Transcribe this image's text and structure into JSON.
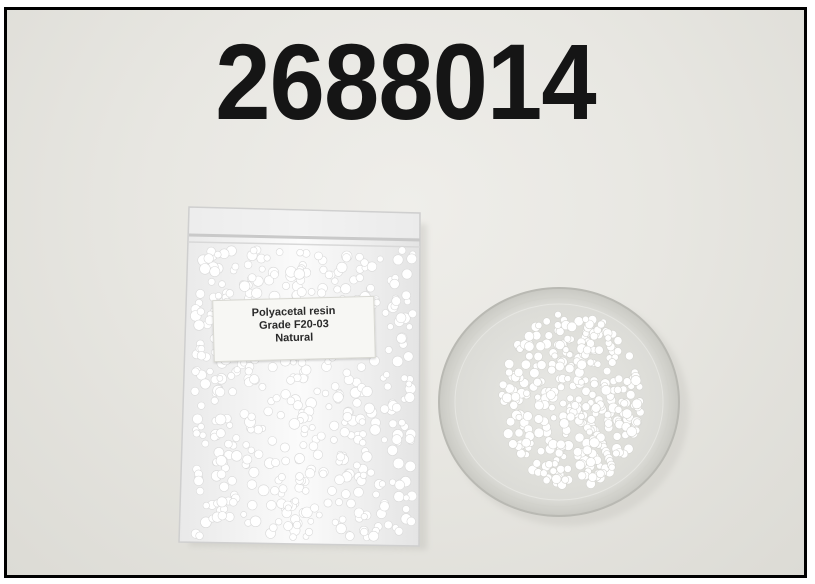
{
  "photo": {
    "code": "2688014",
    "label": {
      "line1": "Polyacetal resin",
      "line2": "Grade F20-03",
      "line3": "Natural"
    }
  },
  "colors": {
    "frame": "#000000",
    "background": "#e8e7e2",
    "text": "#151515",
    "pellets": "#ffffff"
  },
  "icons": {
    "bag": "resin-bag-icon",
    "dish": "petri-dish-icon"
  }
}
